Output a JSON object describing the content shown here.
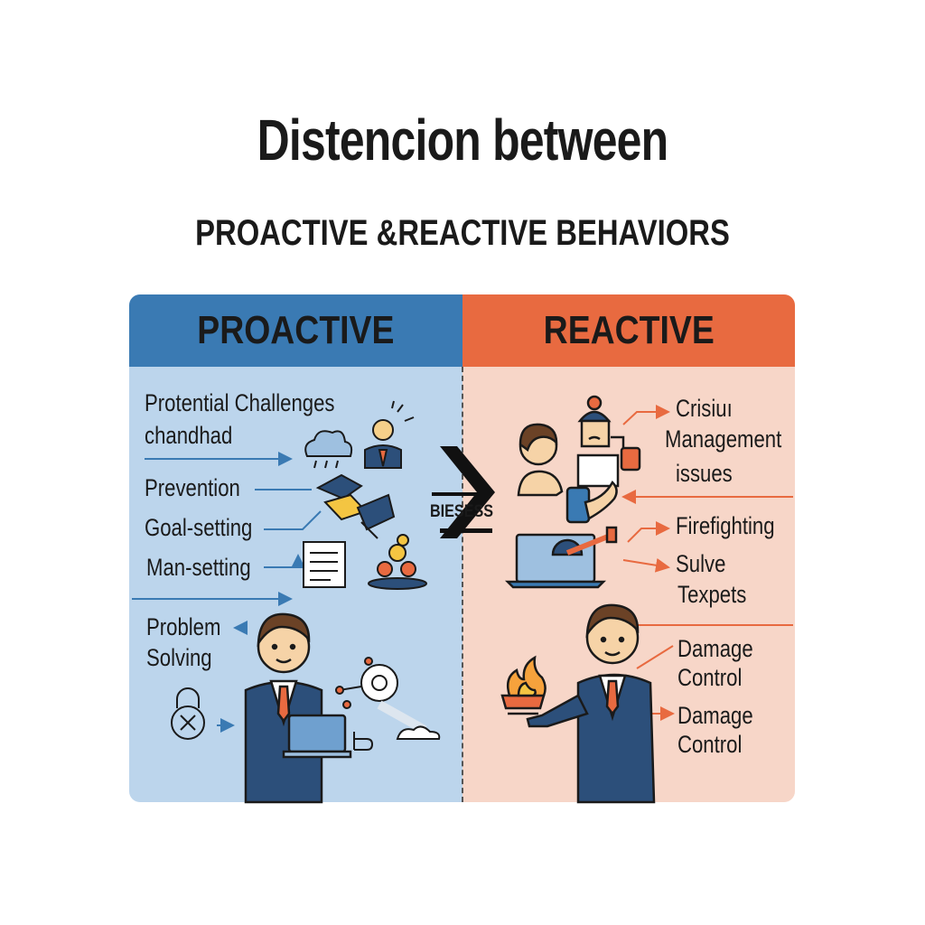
{
  "header": {
    "title": "Distencion between",
    "subtitle": "PROACTIVE &REACTIVE BEHAVIORS"
  },
  "proactive": {
    "heading": "PROACTIVE",
    "color": "#3a7ab3",
    "background": "#bcd5ec",
    "items": {
      "challenges_1": "Protential Challenges",
      "challenges_2": "chandhad",
      "prevention": "Prevention",
      "goal_setting": "Goal-setting",
      "man_setting": "Man-setting",
      "problem_1": "Problem",
      "problem_2": "Solving"
    },
    "icons": [
      "cloud-icon",
      "idea-person-icon",
      "handshake-icon",
      "document-icon",
      "team-icon",
      "lock-icon",
      "businessman-icon",
      "laptop-icon",
      "gear-icon"
    ]
  },
  "reactive": {
    "heading": "REACTIVE",
    "color": "#e86a40",
    "background": "#f7d6c8",
    "items": {
      "crisis_1": "Crisiuı",
      "crisis_2": "Management",
      "crisis_3": "issues",
      "firefighting": "Firefighting",
      "sulve": "Sulve",
      "texpets": "Texpets",
      "damage_1a": "Damage",
      "damage_1b": "Control",
      "damage_2a": "Damage",
      "damage_2b": "Control"
    },
    "icons": [
      "worried-person-icon",
      "stressed-worker-icon",
      "phone-icon",
      "laptop-hammer-icon",
      "fire-icon",
      "businessman-icon"
    ]
  },
  "center": {
    "label": "BIESESS"
  }
}
